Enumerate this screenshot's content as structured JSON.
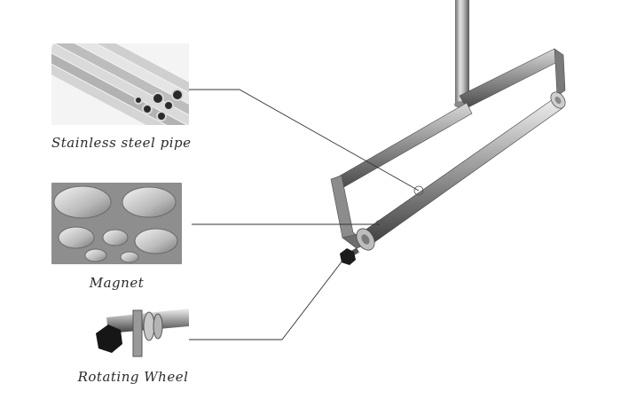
{
  "parts": [
    {
      "label": "Stainless steel pipe",
      "icon": "steel-pipes-photo"
    },
    {
      "label": "Magnet",
      "icon": "magnet-discs-photo"
    },
    {
      "label": "Rotating Wheel",
      "icon": "rotating-wheel-photo"
    }
  ],
  "colors": {
    "steel_light": "#dcdcdc",
    "steel_mid": "#a9a9a9",
    "steel_dark": "#5f5f5f",
    "callout_line": "#333333",
    "label_text": "#2b2b2b"
  }
}
